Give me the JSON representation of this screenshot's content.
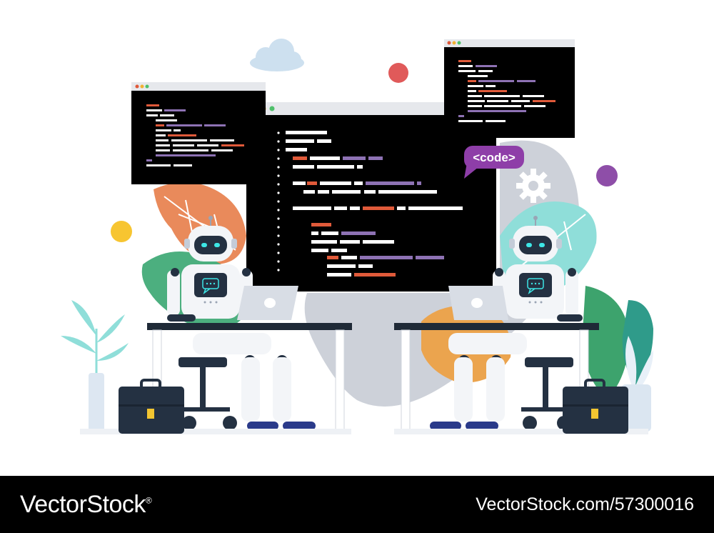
{
  "illustration": {
    "code_badge": "<code>",
    "subject": "two-robots-coding",
    "icons": [
      "gear-icon",
      "chat-bubble-icon",
      "cloud-icon",
      "briefcase-icon",
      "laptop-icon"
    ]
  },
  "watermark": {
    "brand": "VectorStock",
    "registered_mark": "®",
    "stock_id": "VectorStock.com/57300016"
  },
  "colors": {
    "screen": "#000000",
    "accent_red": "#e05a3a",
    "accent_purple": "#8e72b4",
    "leaf_teal": "#8fded9",
    "leaf_green": "#4caf7f",
    "leaf_orange": "#e98a5b",
    "robot_eye": "#3de6e6",
    "dark_navy": "#243142"
  }
}
